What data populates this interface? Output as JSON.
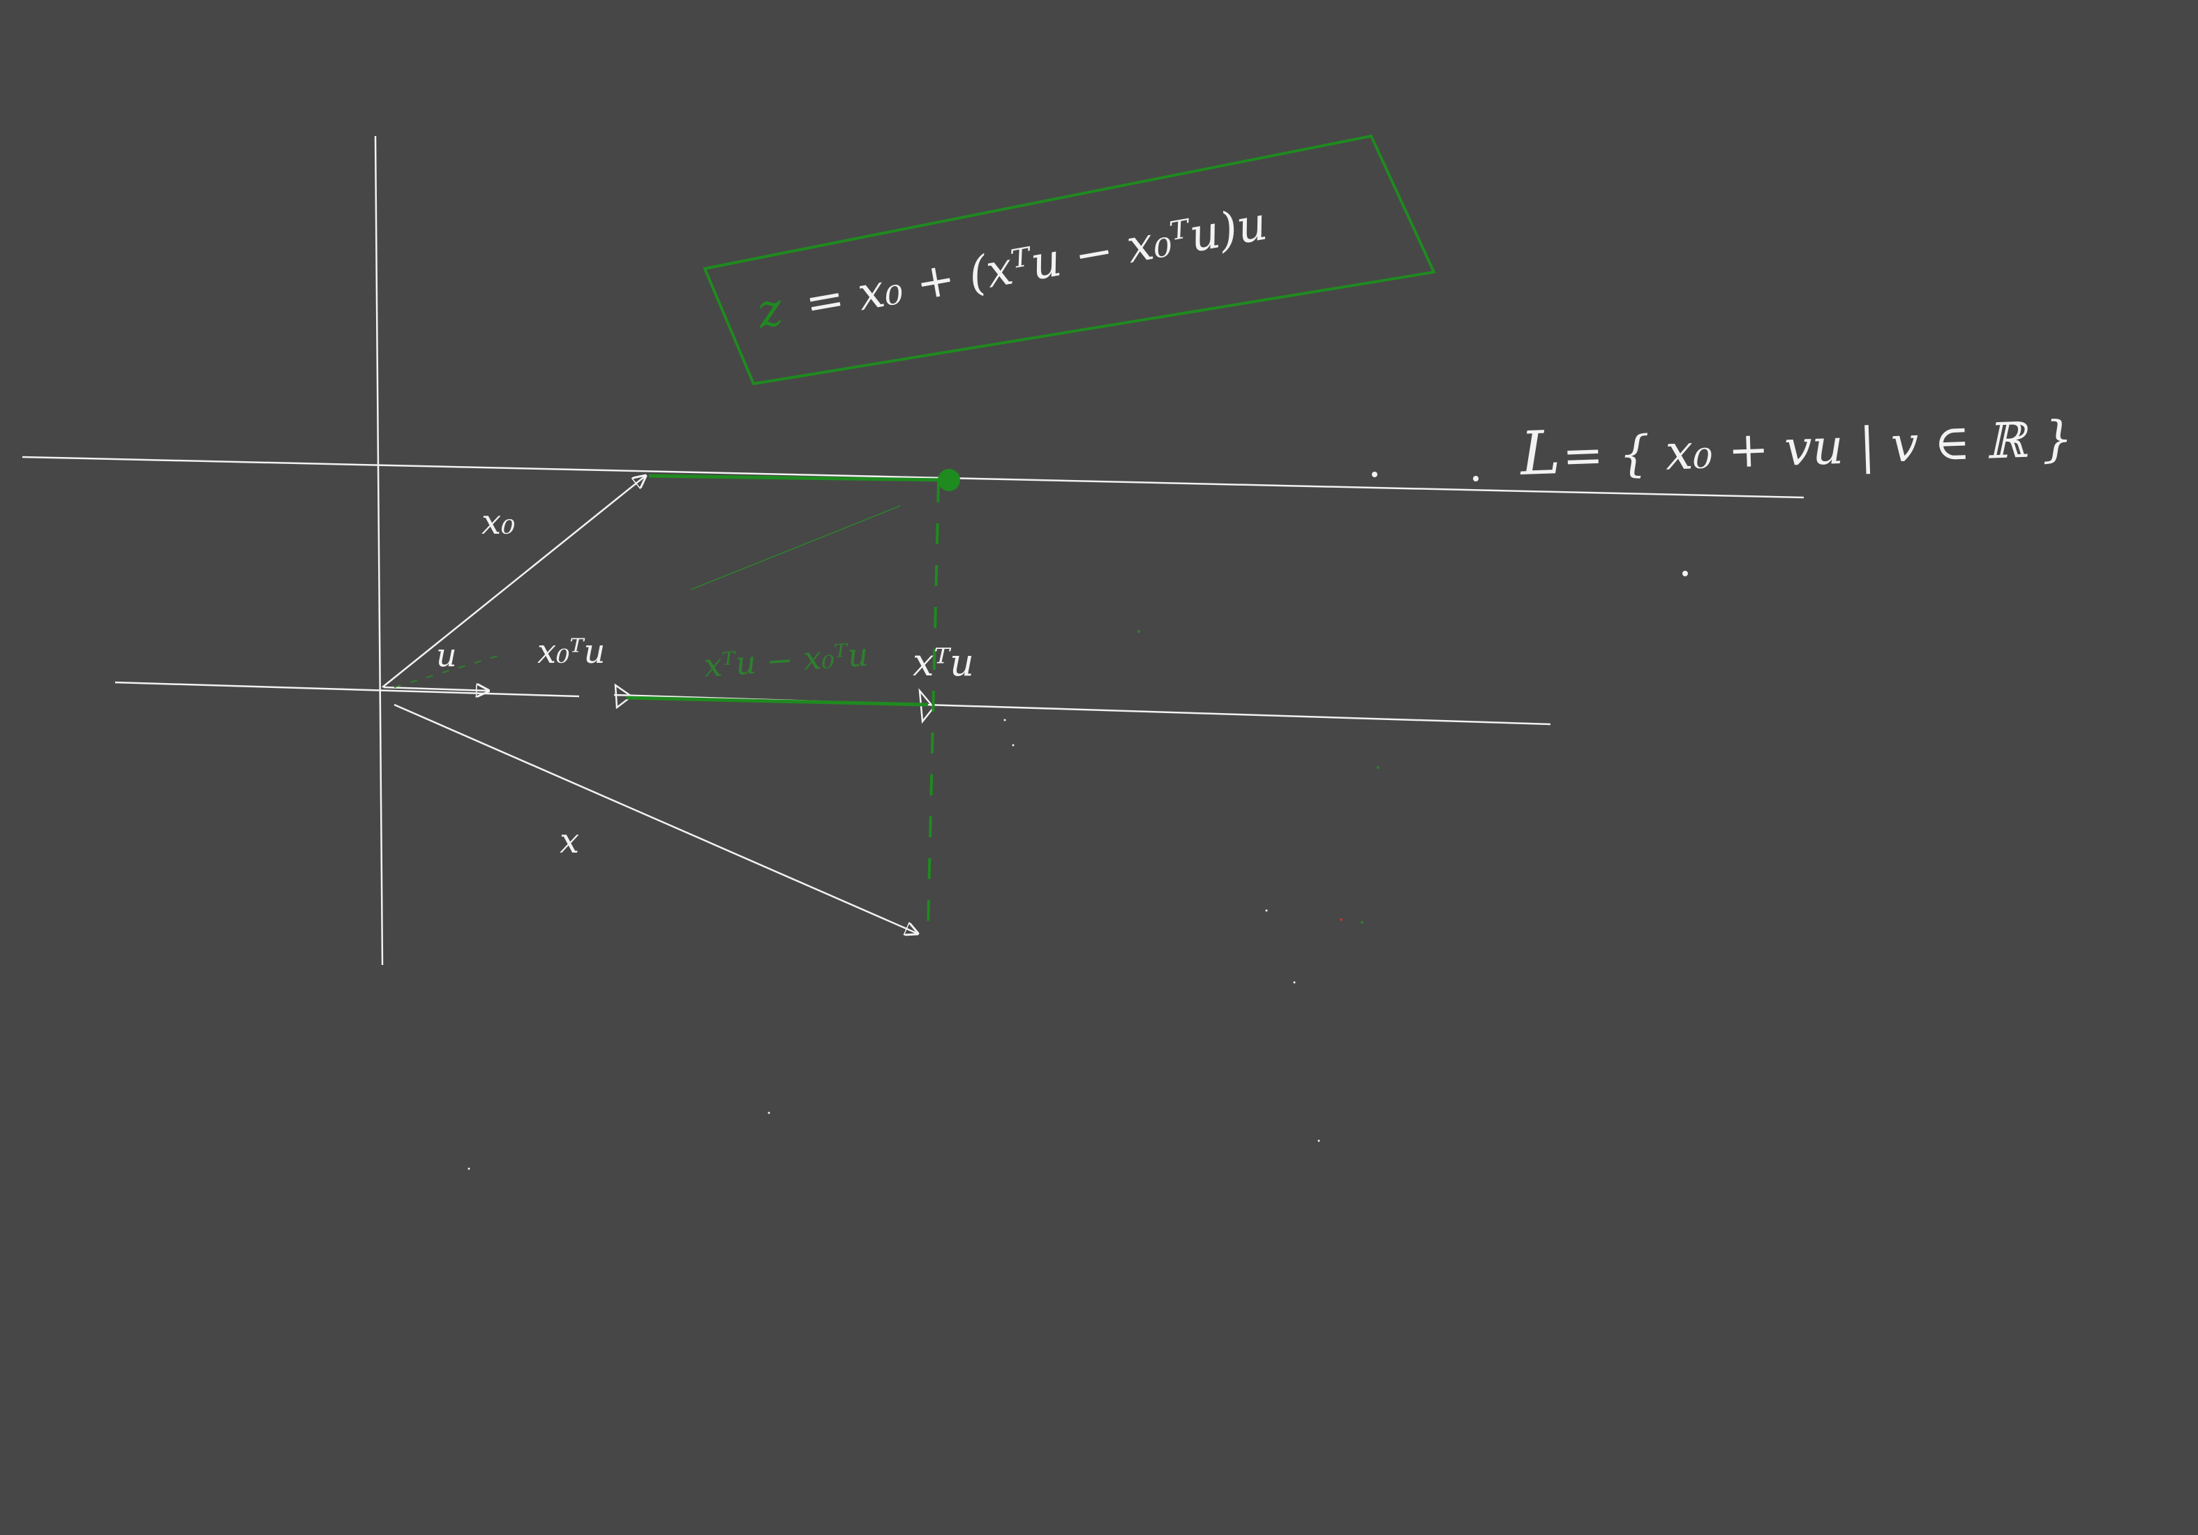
{
  "colors": {
    "background": "#474747",
    "ink": "#f2f2f2",
    "green": "#1f8a1f",
    "faint_green": "#2f7f2f"
  },
  "labels": {
    "x0": "x₀",
    "u": "u",
    "x0Tu": "x₀ᵀu",
    "xTu": "xᵀu",
    "x": "x",
    "diff": "xᵀu − x₀ᵀu"
  },
  "formula": {
    "lhs": "z",
    "rest": "= x₀ + (xᵀu − x₀ᵀu)u"
  },
  "line_def": {
    "name": "L",
    "set": "= { x₀ + vu | v ∈ ℝ }"
  }
}
